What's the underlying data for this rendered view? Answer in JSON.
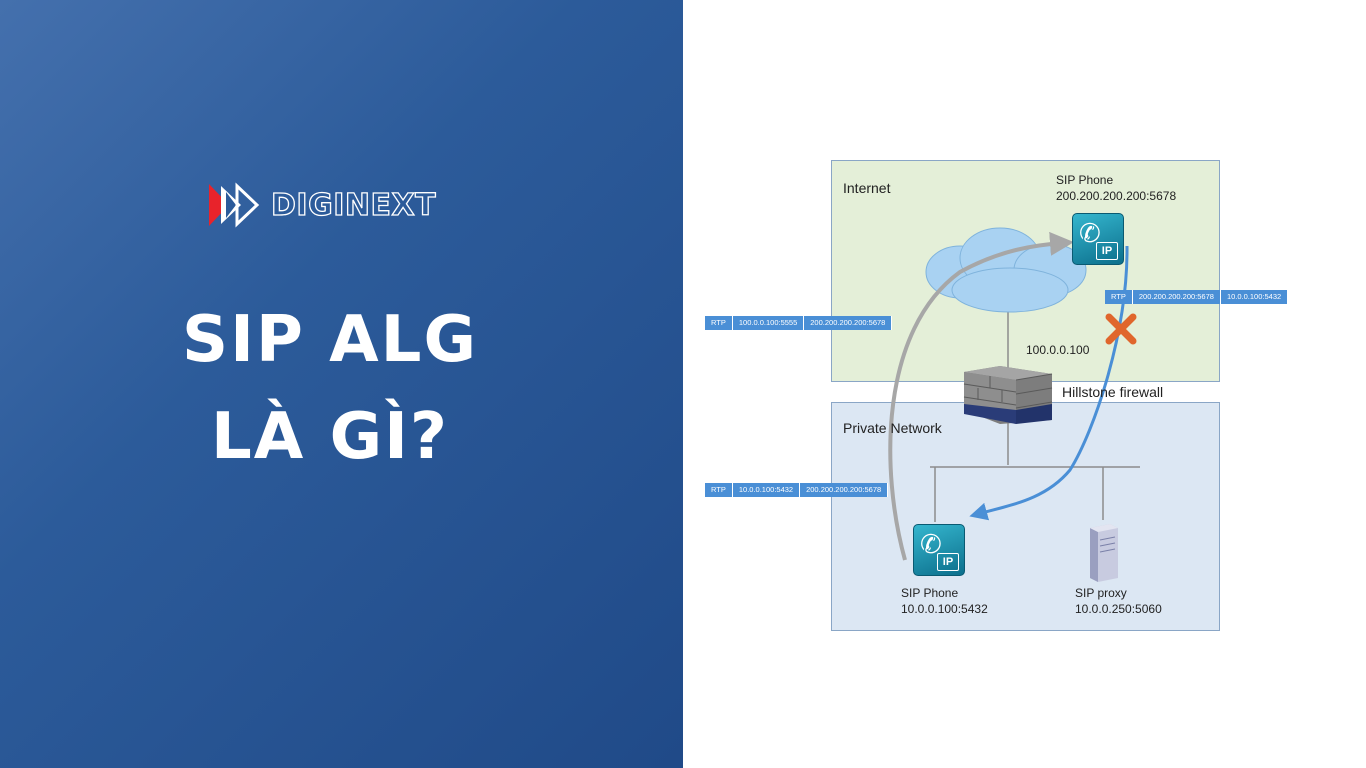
{
  "brand": {
    "name": "DIGINEXT"
  },
  "headline": {
    "line1": "SIP ALG",
    "line2": "LÀ GÌ?"
  },
  "diagram": {
    "internet_label": "Internet",
    "private_label": "Private Network",
    "remote_phone": {
      "title": "SIP Phone",
      "address": "200.200.200.200:5678",
      "badge": "IP"
    },
    "local_phone": {
      "title": "SIP Phone",
      "address": "10.0.0.100:5432",
      "badge": "IP"
    },
    "proxy": {
      "title": "SIP proxy",
      "address": "10.0.0.250:5060"
    },
    "firewall_label": "Hillstone firewall",
    "public_ip": "100.0.0.100",
    "tags": {
      "outbound_public": [
        "RTP",
        "100.0.0.100:5555",
        "200.200.200.200:5678"
      ],
      "inbound_public": [
        "RTP",
        "200.200.200.200:5678",
        "10.0.0.100:5432"
      ],
      "outbound_private": [
        "RTP",
        "10.0.0.100:5432",
        "200.200.200.200:5678"
      ]
    }
  },
  "colors": {
    "left_bg": "#2c5b9a",
    "brand_red": "#e8232b",
    "arrow_blue": "#4a8fd6",
    "arrow_gray": "#a7a7a7",
    "cross_orange": "#e0662c"
  }
}
